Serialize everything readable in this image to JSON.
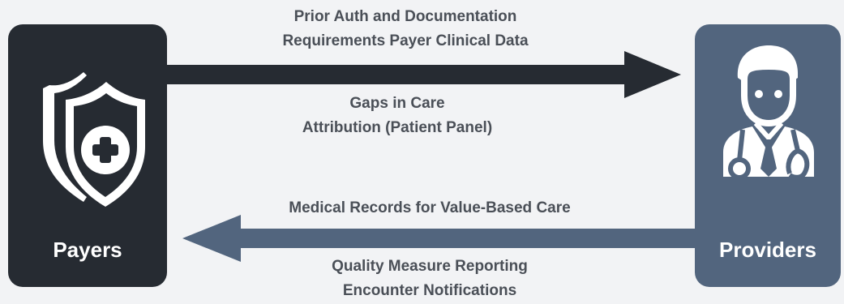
{
  "payers": {
    "label": "Payers",
    "icon": "shield-plus-icon",
    "color": "#262b32"
  },
  "providers": {
    "label": "Providers",
    "icon": "doctor-icon",
    "color": "#52657e"
  },
  "top_flow": {
    "direction": "payers-to-providers",
    "color": "#262b32",
    "above": {
      "line1": "Prior Auth and Documentation",
      "line2": "Requirements Payer Clinical Data"
    },
    "below": {
      "line1": "Gaps in Care",
      "line2": "Attribution (Patient Panel)"
    }
  },
  "bottom_flow": {
    "direction": "providers-to-payers",
    "color": "#52657e",
    "above": {
      "line1": "Medical Records for Value-Based Care"
    },
    "below": {
      "line1": "Quality Measure Reporting",
      "line2": "Encounter Notifications"
    }
  }
}
